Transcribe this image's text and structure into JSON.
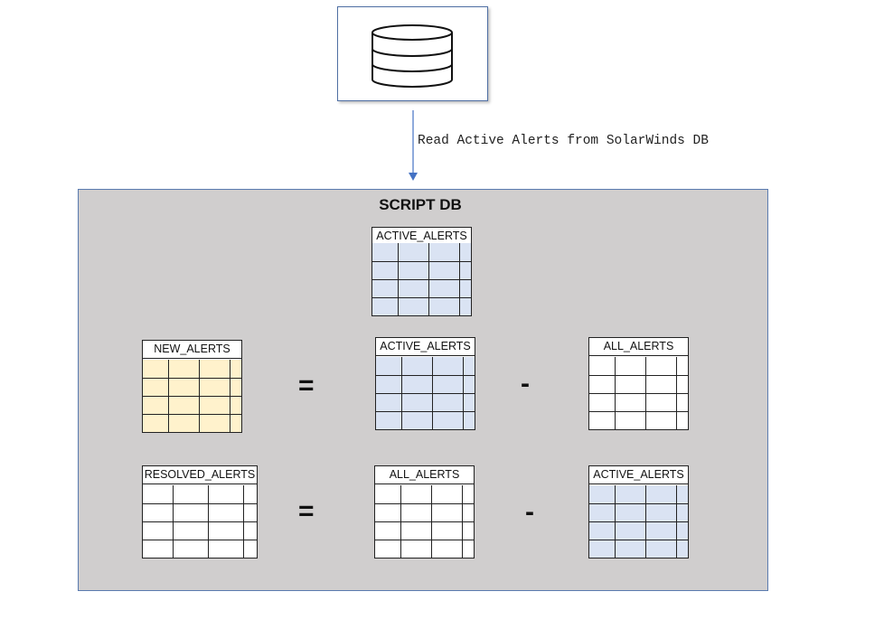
{
  "source_db": {
    "icon": "database-icon"
  },
  "arrow": {
    "label": "Read Active Alerts from SolarWinds DB",
    "color": "#4472c4"
  },
  "script_db": {
    "title": "SCRIPT DB",
    "background": "#d0cece",
    "top_table": {
      "name": "ACTIVE_ALERTS",
      "fill": "#dae3f3"
    },
    "equations": [
      {
        "result": {
          "name": "NEW_ALERTS",
          "fill": "#fff2cc"
        },
        "equals": "=",
        "left": {
          "name": "ACTIVE_ALERTS",
          "fill": "#dae3f3"
        },
        "minus": "-",
        "right": {
          "name": "ALL_ALERTS",
          "fill": "#ffffff"
        }
      },
      {
        "result": {
          "name": "RESOLVED_ALERTS",
          "fill": "#ffffff"
        },
        "equals": "=",
        "left": {
          "name": "ALL_ALERTS",
          "fill": "#ffffff"
        },
        "minus": "-",
        "right": {
          "name": "ACTIVE_ALERTS",
          "fill": "#dae3f3"
        }
      }
    ]
  }
}
